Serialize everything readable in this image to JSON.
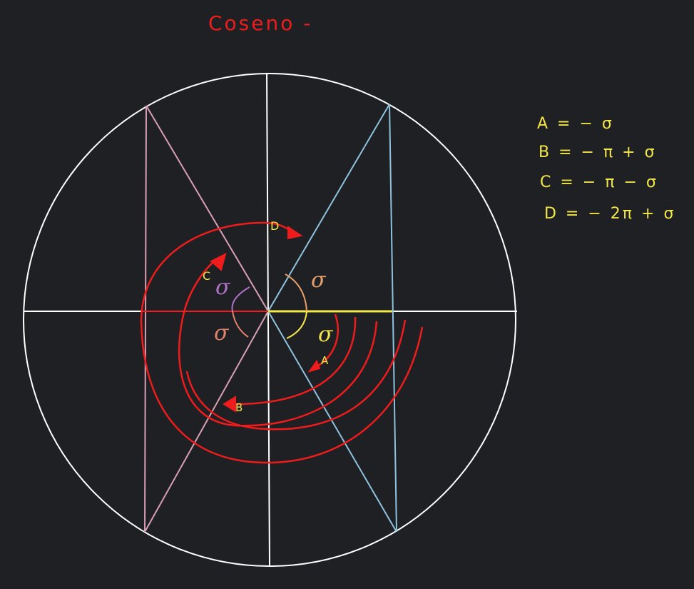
{
  "title": "Coseno -",
  "colors": {
    "background": "#1f2023",
    "circle": "#ffffff",
    "axes": "#ffffff",
    "pink_lines": "#d9a0b4",
    "blue_lines": "#8ec3de",
    "red_ink": "#ee1c1c",
    "yellow": "#f3e64a",
    "orange": "#e8a06a",
    "purple": "#b073c8",
    "salmon": "#e3826c"
  },
  "angle_symbol": "σ",
  "arrow_labels": {
    "A": "A",
    "B": "B",
    "C": "C",
    "D": "D"
  },
  "equations": [
    "A = − σ",
    "B = − π + σ",
    "C = − π − σ",
    "D = − 2π + σ"
  ]
}
